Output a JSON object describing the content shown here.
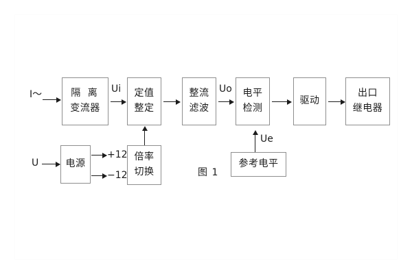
{
  "figure": {
    "caption": "图 1",
    "background_color": "#ffffff",
    "line_color": "#8e8e8e",
    "text_color": "#1c1c1c"
  },
  "inputs": {
    "current": "I～",
    "voltage": "U"
  },
  "signals": {
    "ui": "Ui",
    "uo": "Uo",
    "ue": "Ue",
    "pos_supply": "+12V",
    "neg_supply": "−12V"
  },
  "blocks": {
    "isolation_ct": {
      "line1": "隔 离",
      "line2": "变流器"
    },
    "setting": {
      "line1": "定值",
      "line2": "整定"
    },
    "rectify_filter": {
      "line1": "整流",
      "line2": "滤波"
    },
    "level_detect": {
      "line1": "电平",
      "line2": "检测"
    },
    "drive": {
      "line1": "驱动"
    },
    "output_relay": {
      "line1": "出口",
      "line2": "继电器"
    },
    "power_supply": {
      "line1": "电源"
    },
    "multiplier_switch": {
      "line1": "倍率",
      "line2": "切换"
    },
    "reference_level": {
      "line1": "参考电平"
    }
  }
}
